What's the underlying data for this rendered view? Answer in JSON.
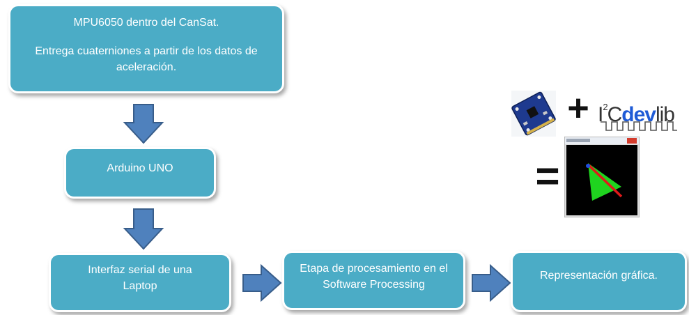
{
  "boxes": {
    "mpu": {
      "line1": "MPU6050  dentro del CanSat.",
      "line2": "Entrega cuaterniones  a partir de los datos de aceleración."
    },
    "arduino": {
      "label": "Arduino UNO"
    },
    "serial": {
      "label": "Interfaz serial de una Laptop"
    },
    "processing": {
      "label": "Etapa de procesamiento en el Software Processing"
    },
    "graphic": {
      "label": "Representación gráfica."
    }
  },
  "equation": {
    "plus": "+",
    "equals": "=",
    "logo_superscript": "2",
    "logo_i": "I",
    "logo_c": "C",
    "logo_dev": "dev",
    "logo_lib": "lib"
  },
  "colors": {
    "box_fill": "#4bacc6",
    "arrow_fill": "#4f81bd",
    "arrow_stroke": "#385d8a",
    "logo_blue": "#1f5bd6"
  },
  "icons": {
    "sensor": "mpu6050-board-photo",
    "window": "processing-teapot-window"
  }
}
